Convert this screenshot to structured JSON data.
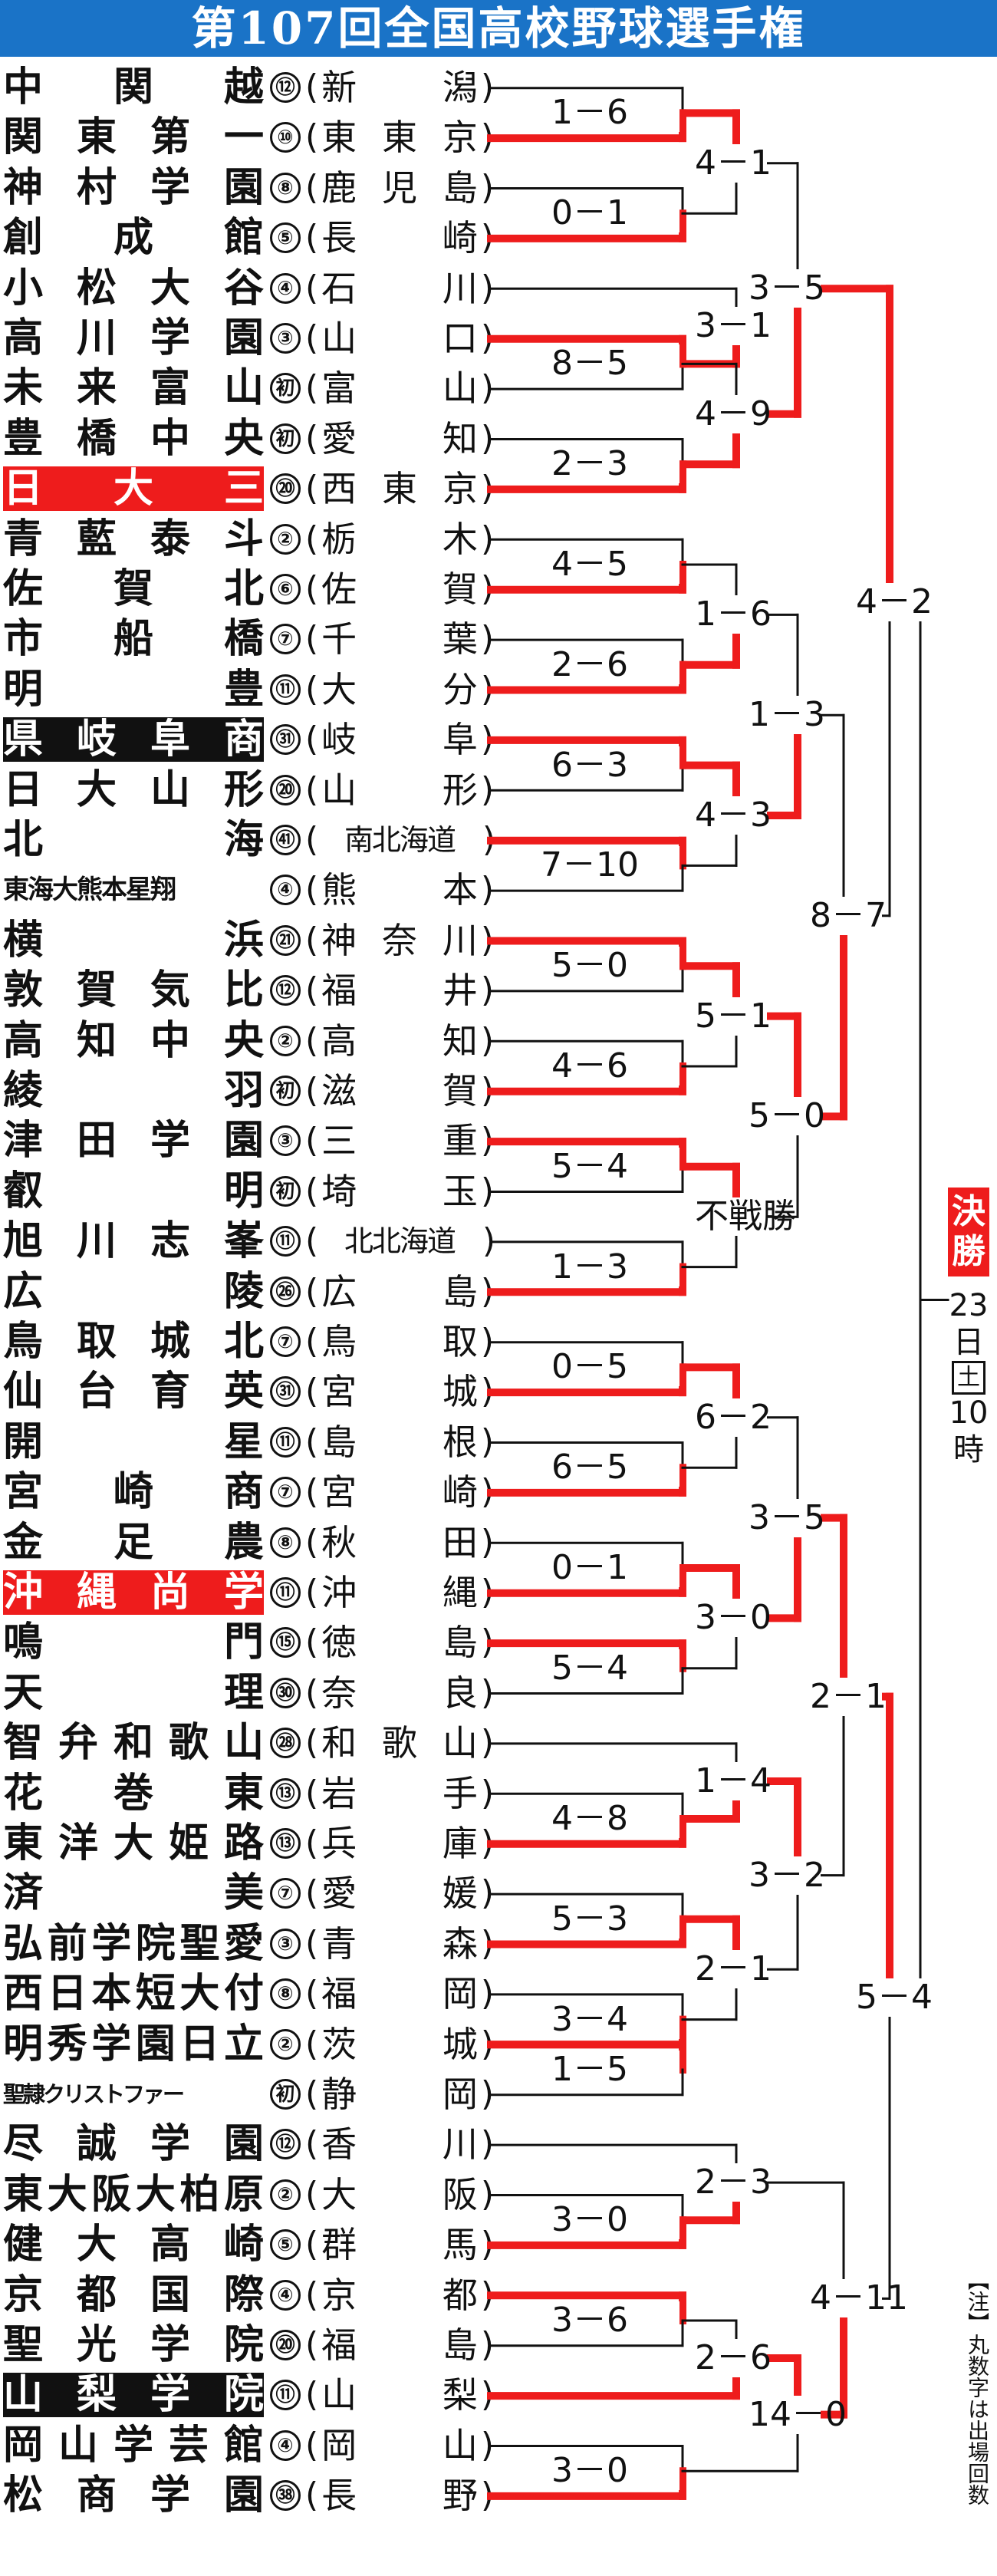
{
  "title": "第107回全国高校野球選手権",
  "teams": [
    {
      "name": "中関越",
      "pref": "新潟",
      "apps": "⑫"
    },
    {
      "name": "関東第一",
      "pref": "東東京",
      "apps": "⑩"
    },
    {
      "name": "神村学園",
      "pref": "鹿児島",
      "apps": "⑧"
    },
    {
      "name": "創成館",
      "pref": "長崎",
      "apps": "⑤"
    },
    {
      "name": "小松大谷",
      "pref": "石川",
      "apps": "④"
    },
    {
      "name": "高川学園",
      "pref": "山口",
      "apps": "③"
    },
    {
      "name": "未来富山",
      "pref": "富山",
      "apps": "初"
    },
    {
      "name": "豊橋中央",
      "pref": "愛知",
      "apps": "初"
    },
    {
      "name": "日大三",
      "pref": "西東京",
      "apps": "⑳",
      "highlight": "red"
    },
    {
      "name": "青藍泰斗",
      "pref": "栃木",
      "apps": "②"
    },
    {
      "name": "佐賀北",
      "pref": "佐賀",
      "apps": "⑥"
    },
    {
      "name": "市船橋",
      "pref": "千葉",
      "apps": "⑦"
    },
    {
      "name": "明豊",
      "pref": "大分",
      "apps": "⑪"
    },
    {
      "name": "県岐阜商",
      "pref": "岐阜",
      "apps": "㉛",
      "highlight": "black"
    },
    {
      "name": "日大山形",
      "pref": "山形",
      "apps": "⑳"
    },
    {
      "name": "北海",
      "pref": "南北海道",
      "apps": "㊶"
    },
    {
      "name": "東海大熊本星翔",
      "pref": "熊本",
      "apps": "④"
    },
    {
      "name": "横浜",
      "pref": "神奈川",
      "apps": "㉑"
    },
    {
      "name": "敦賀気比",
      "pref": "福井",
      "apps": "⑫"
    },
    {
      "name": "高知中央",
      "pref": "高知",
      "apps": "②"
    },
    {
      "name": "綾羽",
      "pref": "滋賀",
      "apps": "初"
    },
    {
      "name": "津田学園",
      "pref": "三重",
      "apps": "③"
    },
    {
      "name": "叡明",
      "pref": "埼玉",
      "apps": "初"
    },
    {
      "name": "旭川志峯",
      "pref": "北北海道",
      "apps": "⑪"
    },
    {
      "name": "広陵",
      "pref": "広島",
      "apps": "㉖"
    },
    {
      "name": "鳥取城北",
      "pref": "鳥取",
      "apps": "⑦"
    },
    {
      "name": "仙台育英",
      "pref": "宮城",
      "apps": "㉛"
    },
    {
      "name": "開星",
      "pref": "島根",
      "apps": "⑪"
    },
    {
      "name": "宮崎商",
      "pref": "宮崎",
      "apps": "⑦"
    },
    {
      "name": "金足農",
      "pref": "秋田",
      "apps": "⑧"
    },
    {
      "name": "沖縄尚学",
      "pref": "沖縄",
      "apps": "⑪",
      "highlight": "red"
    },
    {
      "name": "鳴門",
      "pref": "徳島",
      "apps": "⑮"
    },
    {
      "name": "天理",
      "pref": "奈良",
      "apps": "㉚"
    },
    {
      "name": "智弁和歌山",
      "pref": "和歌山",
      "apps": "㉘"
    },
    {
      "name": "花巻東",
      "pref": "岩手",
      "apps": "⑬"
    },
    {
      "name": "東洋大姫路",
      "pref": "兵庫",
      "apps": "⑬"
    },
    {
      "name": "済美",
      "pref": "愛媛",
      "apps": "⑦"
    },
    {
      "name": "弘前学院聖愛",
      "pref": "青森",
      "apps": "③"
    },
    {
      "name": "西日本短大付",
      "pref": "福岡",
      "apps": "⑧"
    },
    {
      "name": "明秀学園日立",
      "pref": "茨城",
      "apps": "②"
    },
    {
      "name": "聖隷クリストファー",
      "pref": "静岡",
      "apps": "初"
    },
    {
      "name": "尽誠学園",
      "pref": "香川",
      "apps": "⑫"
    },
    {
      "name": "東大阪大柏原",
      "pref": "大阪",
      "apps": "②"
    },
    {
      "name": "健大高崎",
      "pref": "群馬",
      "apps": "⑤"
    },
    {
      "name": "京都国際",
      "pref": "京都",
      "apps": "④"
    },
    {
      "name": "聖光学院",
      "pref": "福島",
      "apps": "⑳"
    },
    {
      "name": "山梨学院",
      "pref": "山梨",
      "apps": "⑪",
      "highlight": "black"
    },
    {
      "name": "岡山学芸館",
      "pref": "岡山",
      "apps": "④"
    },
    {
      "name": "松商学園",
      "pref": "長野",
      "apps": "㊳"
    }
  ],
  "matches": [
    {
      "id": "m1",
      "a": "t0",
      "b": "t1",
      "w": "b",
      "score": "1－6"
    },
    {
      "id": "m2",
      "a": "t2",
      "b": "t3",
      "w": "b",
      "score": "0－1"
    },
    {
      "id": "m3",
      "a": "t5",
      "b": "t6",
      "w": "a",
      "score": "8－5"
    },
    {
      "id": "m4",
      "a": "t7",
      "b": "t8",
      "w": "b",
      "score": "2－3"
    },
    {
      "id": "m5",
      "a": "t9",
      "b": "t10",
      "w": "b",
      "score": "4－5"
    },
    {
      "id": "m6",
      "a": "t11",
      "b": "t12",
      "w": "b",
      "score": "2－6"
    },
    {
      "id": "m7",
      "a": "t13",
      "b": "t14",
      "w": "a",
      "score": "6－3"
    },
    {
      "id": "m8",
      "a": "t15",
      "b": "t16",
      "w": "a",
      "score": "7－10"
    },
    {
      "id": "m9",
      "a": "t17",
      "b": "t18",
      "w": "a",
      "score": "5－0"
    },
    {
      "id": "m10",
      "a": "t19",
      "b": "t20",
      "w": "b",
      "score": "4－6"
    },
    {
      "id": "m11",
      "a": "t21",
      "b": "t22",
      "w": "a",
      "score": "5－4"
    },
    {
      "id": "m12",
      "a": "t23",
      "b": "t24",
      "w": "b",
      "score": "1－3"
    },
    {
      "id": "m13",
      "a": "t25",
      "b": "t26",
      "w": "b",
      "score": "0－5"
    },
    {
      "id": "m14",
      "a": "t27",
      "b": "t28",
      "w": "b",
      "score": "6－5"
    },
    {
      "id": "m15",
      "a": "t29",
      "b": "t30",
      "w": "b",
      "score": "0－1"
    },
    {
      "id": "m16",
      "a": "t31",
      "b": "t32",
      "w": "a",
      "score": "5－4"
    },
    {
      "id": "m17",
      "a": "t34",
      "b": "t35",
      "w": "b",
      "score": "4－8"
    },
    {
      "id": "m18",
      "a": "t36",
      "b": "t37",
      "w": "b",
      "score": "5－3"
    },
    {
      "id": "m19",
      "a": "t38",
      "b": "t39",
      "w": "b",
      "score": "3－4"
    },
    {
      "id": "m20",
      "a": "t39",
      "b": "t40",
      "w": "a",
      "score": "1－5"
    },
    {
      "id": "m21",
      "a": "t42",
      "b": "t43",
      "w": "b",
      "score": "3－0"
    },
    {
      "id": "m22",
      "a": "t44",
      "b": "t45",
      "w": "a",
      "score": "3－6"
    },
    {
      "id": "m23",
      "a": "t47",
      "b": "t48",
      "w": "b",
      "score": "3－0"
    },
    {
      "id": "m24",
      "a": "m1",
      "b": "m2",
      "w": "a",
      "score": "4－1"
    },
    {
      "id": "m25",
      "a": "t4",
      "b": "m3",
      "w": "b",
      "score": "3－1"
    },
    {
      "id": "m26",
      "a": "m3",
      "b": "m4",
      "w": "b",
      "score": "4－9"
    },
    {
      "id": "m27",
      "a": "m5",
      "b": "m6",
      "w": "b",
      "score": "1－6"
    },
    {
      "id": "m28",
      "a": "m7",
      "b": "m8",
      "w": "a",
      "score": "4－3"
    },
    {
      "id": "m29",
      "a": "m27",
      "b": "m28",
      "w": "b",
      "score": "1－3"
    },
    {
      "id": "m30",
      "a": "m9",
      "b": "m10",
      "w": "a",
      "score": "5－1"
    },
    {
      "id": "m31",
      "a": "m11",
      "b": "m12",
      "w": "a",
      "score": "不戦勝"
    },
    {
      "id": "m32",
      "a": "m30",
      "b": "m31",
      "w": "a",
      "score": "5－0"
    },
    {
      "id": "m33",
      "a": "m13",
      "b": "m14",
      "w": "a",
      "score": "6－2"
    },
    {
      "id": "m34",
      "a": "m15",
      "b": "m16",
      "w": "a",
      "score": "3－0"
    },
    {
      "id": "m35",
      "a": "m33",
      "b": "m34",
      "w": "b",
      "score": "3－5"
    },
    {
      "id": "m36",
      "a": "t33",
      "b": "m17",
      "w": "b",
      "score": "1－4"
    },
    {
      "id": "m37",
      "a": "m18",
      "b": "m19",
      "w": "a",
      "score": "2－1"
    },
    {
      "id": "m38",
      "a": "m36",
      "b": "m37",
      "w": "a",
      "score": "3－2"
    },
    {
      "id": "m39",
      "a": "t41",
      "b": "m21",
      "w": "b",
      "score": "2－3"
    },
    {
      "id": "m40",
      "a": "m22",
      "b": "t46",
      "w": "b",
      "score": "2－6"
    },
    {
      "id": "m41",
      "a": "m40",
      "b": "m23",
      "w": "a",
      "score": "14－0"
    },
    {
      "id": "m42",
      "a": "m39",
      "b": "m41",
      "w": "b",
      "score": "4－11"
    },
    {
      "id": "m43",
      "a": "m24",
      "b": "m26",
      "w": "b",
      "score": "3－5"
    },
    {
      "id": "m44",
      "a": "m29",
      "b": "m32",
      "w": "b",
      "score": "8－7"
    },
    {
      "id": "m45",
      "a": "m35",
      "b": "m38",
      "w": "a",
      "score": "2－1"
    },
    {
      "id": "m46",
      "a": "m43",
      "b": "m44",
      "w": "a",
      "score": "4－2"
    },
    {
      "id": "m47",
      "a": "m45",
      "b": "m42",
      "w": "a",
      "score": "5－4"
    }
  ],
  "final": {
    "label": "決勝",
    "date_lines": [
      "23",
      "日"
    ],
    "weekday": "土",
    "time_lines": [
      "10",
      "時"
    ]
  },
  "note": "【注】丸数字は出場回数",
  "colors": {
    "winner": "#ee1c1c",
    "loser": "#111111",
    "title_bg": "#1a73c7"
  }
}
